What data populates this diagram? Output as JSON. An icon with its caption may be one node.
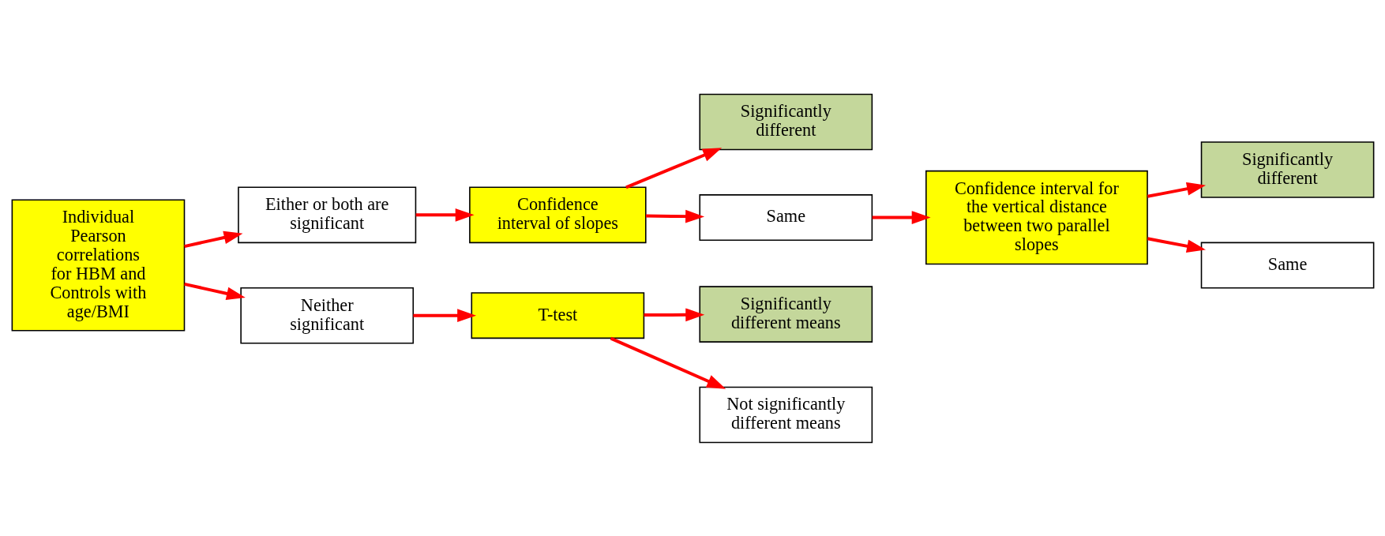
{
  "diagram": {
    "nodes": [
      {
        "text": [
          "Individual Pearson correlations for HBM and Controls with age/BMI"
        ]
      },
      {
        "text": [
          "Either or both are significant"
        ]
      },
      {
        "text": [
          "Neither significant"
        ]
      },
      {
        "text": [
          "Confidence interval of slopes"
        ]
      },
      {
        "text": [
          "T-test"
        ]
      },
      {
        "text": [
          "Significantly different"
        ]
      },
      {
        "text": [
          "Same"
        ]
      },
      {
        "text": [
          "Significantly different means"
        ]
      },
      {
        "text": [
          "Not significantly different means"
        ]
      },
      {
        "text": [
          "Confidence interval for the vertical distance between two parallel slopes"
        ]
      },
      {
        "text": [
          "Significantly different"
        ]
      },
      {
        "text": [
          "Same"
        ]
      }
    ],
    "edges": [
      {
        "from": 0,
        "to": 1,
        "arrow": "to"
      },
      {
        "from": 0,
        "to": 2,
        "arrow": "to"
      },
      {
        "from": 1,
        "to": 3,
        "arrow": "to"
      },
      {
        "from": 2,
        "to": 4,
        "arrow": "to"
      },
      {
        "from": 3,
        "to": 5,
        "arrow": "to"
      },
      {
        "from": 3,
        "to": 6,
        "arrow": "to"
      },
      {
        "from": 4,
        "to": 7,
        "arrow": "to"
      },
      {
        "from": 4,
        "to": 8,
        "arrow": "to"
      },
      {
        "from": 6,
        "to": 9,
        "arrow": "to"
      },
      {
        "from": 9,
        "to": 10,
        "arrow": "to"
      },
      {
        "from": 9,
        "to": 11,
        "arrow": "to"
      }
    ]
  }
}
